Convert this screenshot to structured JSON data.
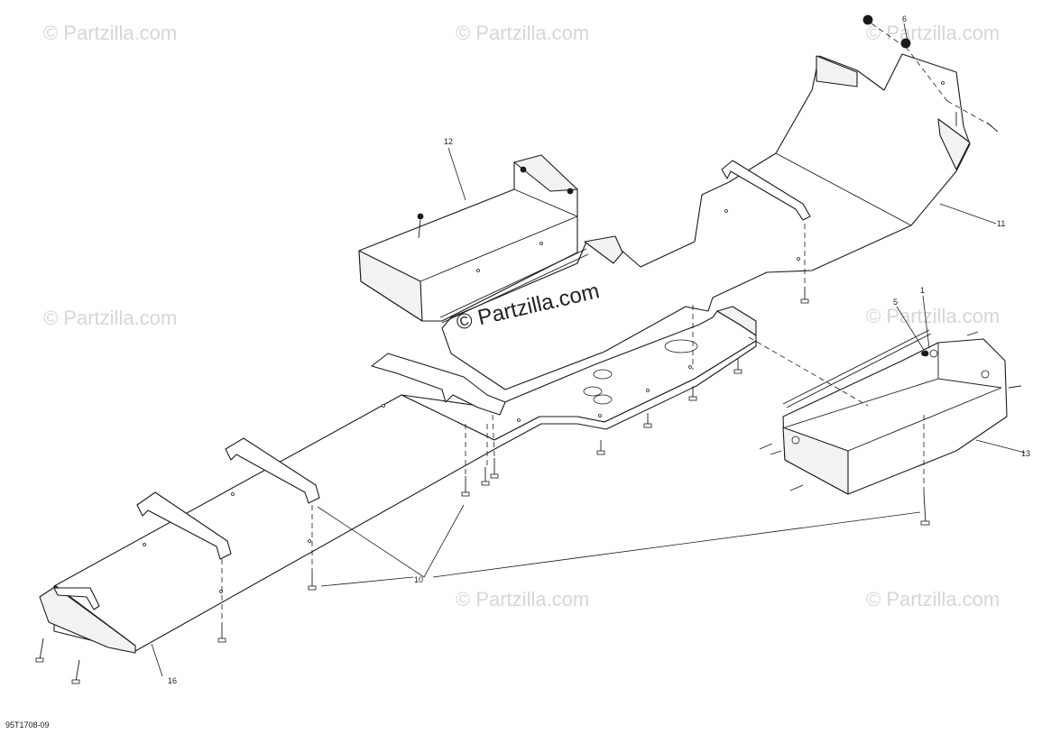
{
  "watermark": {
    "text": "© Partzilla.com",
    "center_text": "© Partzilla.com"
  },
  "callouts": {
    "c1": "1",
    "c5": "5",
    "c6": "6",
    "c10": "10",
    "c11": "11",
    "c12": "12",
    "c13": "13",
    "c16": "16"
  },
  "reference_code": "95T1708-09",
  "colors": {
    "line": "#1a1a1a",
    "watermark": "#d6d6d6",
    "background": "#ffffff"
  }
}
